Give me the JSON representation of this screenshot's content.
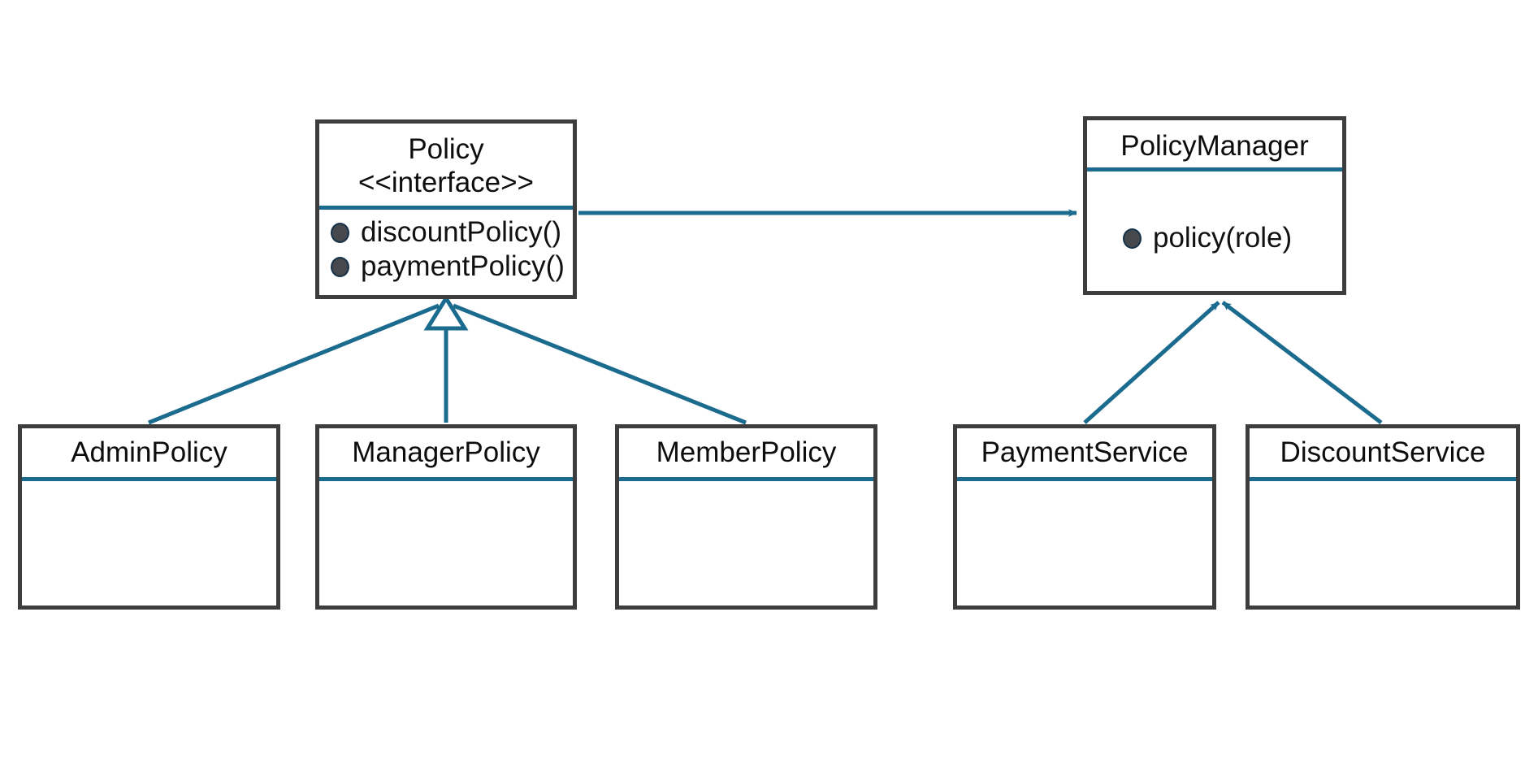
{
  "diagram": {
    "kind": "uml-class-diagram",
    "colors": {
      "box_border": "#3d3d3d",
      "compartment_divider": "#1b6b8f",
      "connector": "#1b6b8f",
      "background": "#ffffff",
      "text": "#0d0d0d",
      "bullet_fill": "#45484c"
    },
    "classes": [
      {
        "id": "policy",
        "name": "Policy",
        "stereotype": "<<interface>>",
        "members": [
          {
            "visibility_icon": "public-member-bullet",
            "label": "discountPolicy()"
          },
          {
            "visibility_icon": "public-member-bullet",
            "label": "paymentPolicy()"
          }
        ]
      },
      {
        "id": "policymanager",
        "name": "PolicyManager",
        "stereotype": "",
        "members": [
          {
            "visibility_icon": "public-member-bullet",
            "label": "policy(role)"
          }
        ]
      },
      {
        "id": "adminpolicy",
        "name": "AdminPolicy",
        "stereotype": "",
        "members": []
      },
      {
        "id": "managerpolicy",
        "name": "ManagerPolicy",
        "stereotype": "",
        "members": []
      },
      {
        "id": "memberpolicy",
        "name": "MemberPolicy",
        "stereotype": "",
        "members": []
      },
      {
        "id": "paymentservice",
        "name": "PaymentService",
        "stereotype": "",
        "members": []
      },
      {
        "id": "discountservice",
        "name": "DiscountService",
        "stereotype": "",
        "members": []
      }
    ],
    "relationships": [
      {
        "from": "adminpolicy",
        "to": "policy",
        "type": "generalization",
        "arrowhead": "hollow-triangle"
      },
      {
        "from": "managerpolicy",
        "to": "policy",
        "type": "generalization",
        "arrowhead": "hollow-triangle"
      },
      {
        "from": "memberpolicy",
        "to": "policy",
        "type": "generalization",
        "arrowhead": "hollow-triangle"
      },
      {
        "from": "policy",
        "to": "policymanager",
        "type": "association",
        "arrowhead": "solid-arrow"
      },
      {
        "from": "paymentservice",
        "to": "policymanager",
        "type": "association",
        "arrowhead": "solid-arrow"
      },
      {
        "from": "discountservice",
        "to": "policymanager",
        "type": "association",
        "arrowhead": "solid-arrow"
      }
    ]
  }
}
